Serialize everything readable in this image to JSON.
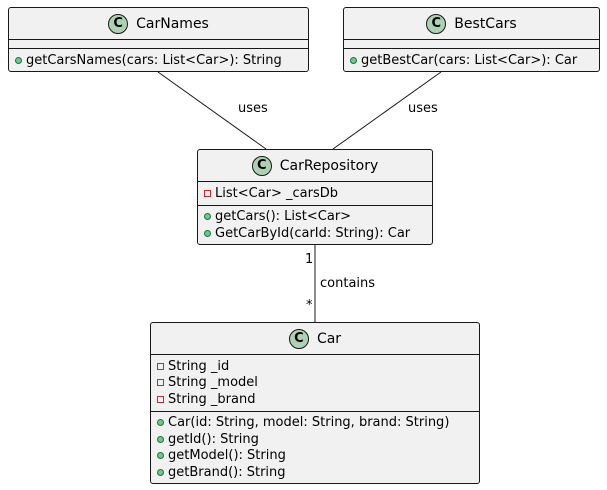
{
  "classes": {
    "car_names": {
      "name": "CarNames",
      "badge": "C",
      "attributes": [],
      "methods": [
        {
          "visibility": "public",
          "text": "getCarsNames(cars: List<Car>): String"
        }
      ]
    },
    "best_cars": {
      "name": "BestCars",
      "badge": "C",
      "attributes": [],
      "methods": [
        {
          "visibility": "public",
          "text": "getBestCar(cars: List<Car>): Car"
        }
      ]
    },
    "car_repository": {
      "name": "CarRepository",
      "badge": "C",
      "attributes": [
        {
          "visibility": "private",
          "text": "List<Car> _carsDb"
        }
      ],
      "methods": [
        {
          "visibility": "public",
          "text": "getCars(): List<Car>"
        },
        {
          "visibility": "public",
          "text": "GetCarById(carId: String): Car"
        }
      ]
    },
    "car": {
      "name": "Car",
      "badge": "C",
      "attributes": [
        {
          "visibility": "private",
          "text": "String _id"
        },
        {
          "visibility": "private",
          "text": "String _model"
        },
        {
          "visibility": "private",
          "text": "String _brand"
        }
      ],
      "methods": [
        {
          "visibility": "public",
          "text": "Car(id: String, model: String, brand: String)"
        },
        {
          "visibility": "public",
          "text": "getId(): String"
        },
        {
          "visibility": "public",
          "text": "getModel(): String"
        },
        {
          "visibility": "public",
          "text": "getBrand(): String"
        }
      ]
    }
  },
  "relations": {
    "carnames_uses": {
      "label": "uses"
    },
    "bestcars_uses": {
      "label": "uses"
    },
    "repository_contains": {
      "label": "contains",
      "source_multiplicity": "1",
      "target_multiplicity": "*"
    }
  },
  "colors": {
    "class_fill": "#f1f1f1",
    "border": "#181818",
    "badge_fill": "#add1b2",
    "public_icon": "#84be84",
    "private_icon": "#c82930"
  }
}
